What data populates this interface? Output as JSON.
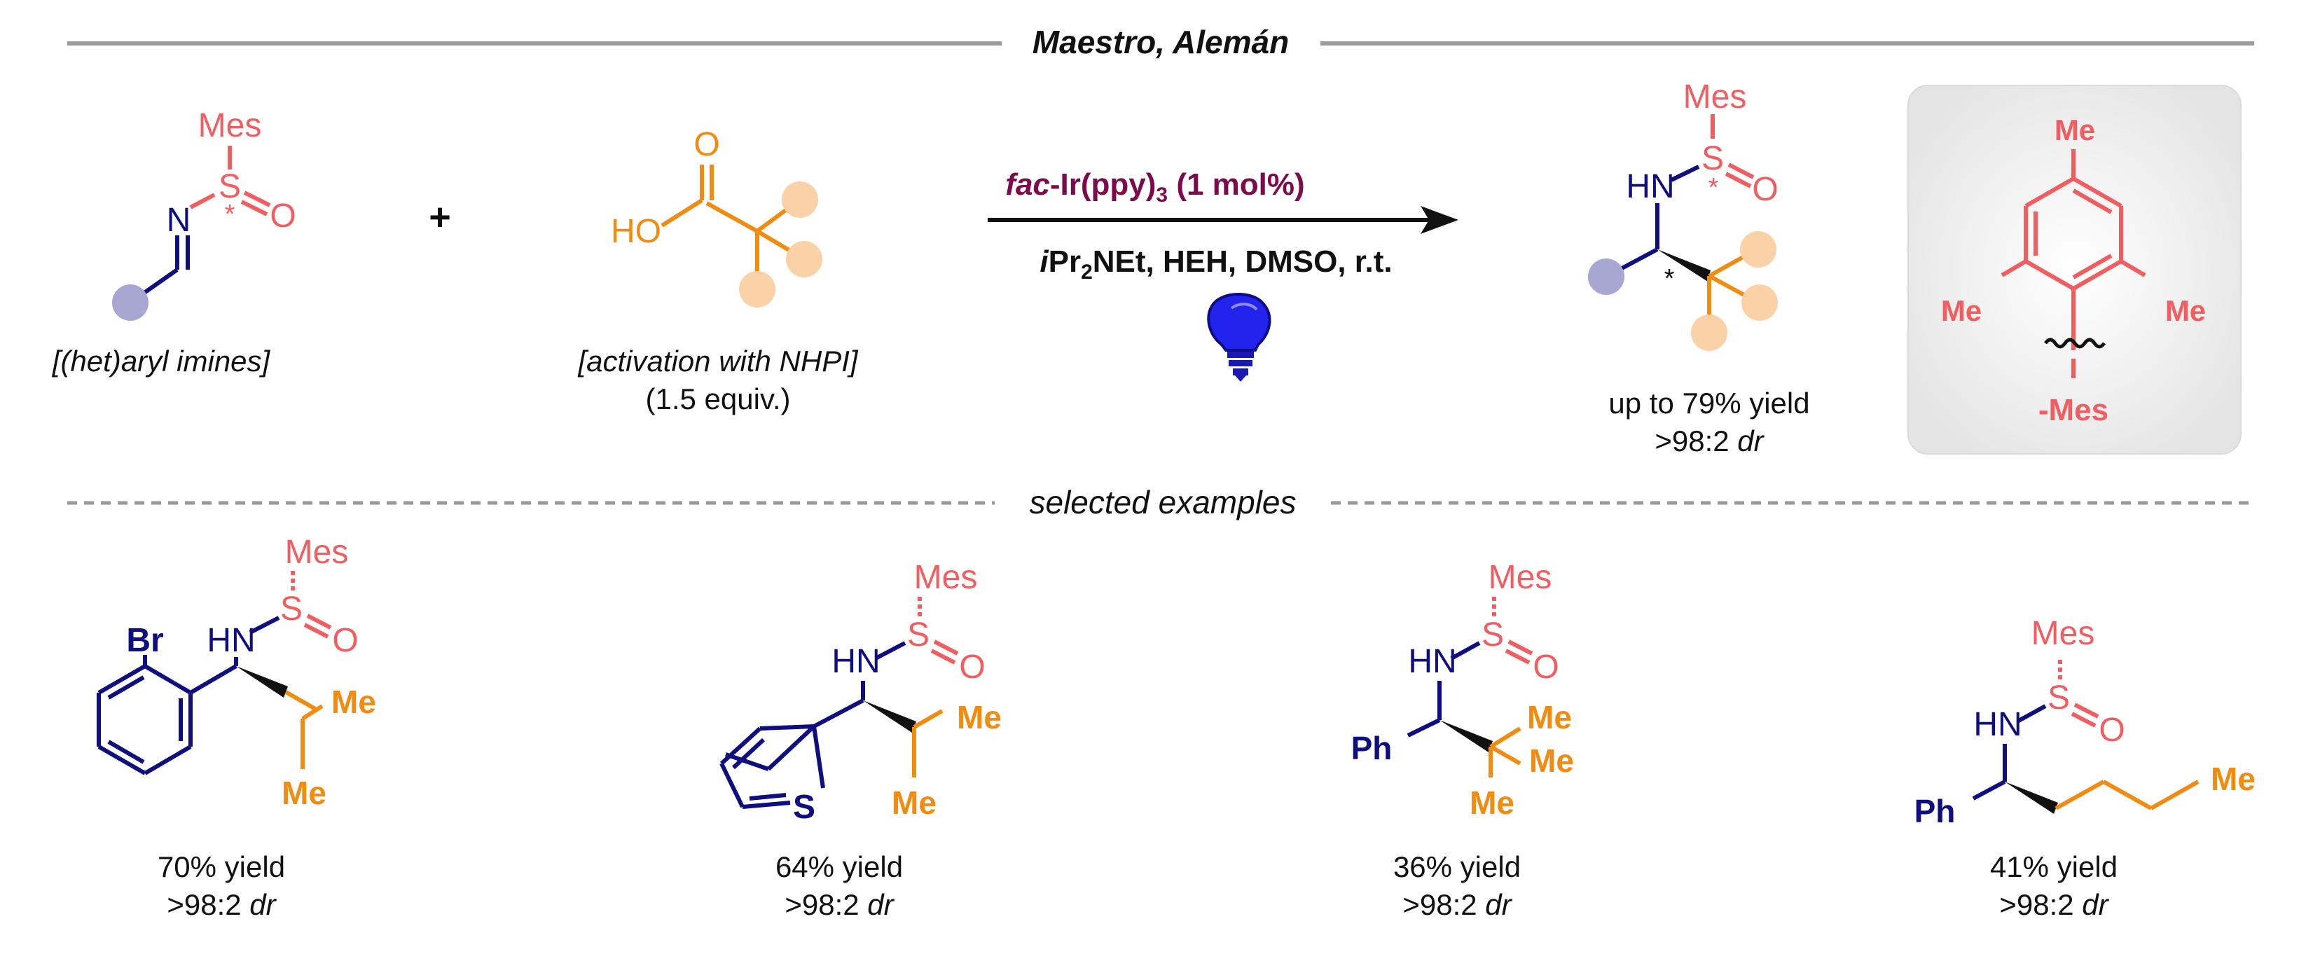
{
  "colors": {
    "navy": "#0e0e7e",
    "salmon": "#ef5f62",
    "orange": "#f08c12",
    "peach": "#fbd1a8",
    "lavender": "#a7a7d1",
    "plum": "#7b0b4b",
    "bulb": "#2020f0",
    "line": "#9a9a9a",
    "black": "#111111"
  },
  "header": {
    "title": "Maestro, Alemán"
  },
  "reaction": {
    "plus": "+",
    "imine": {
      "caption": "[(het)aryl imines]",
      "labels": {
        "mes": "Mes",
        "s": "S",
        "star": "*",
        "o": "O",
        "n": "N"
      }
    },
    "acid": {
      "caption": "[activation with NHPI]",
      "equiv": "(1.5 equiv.)",
      "labels": {
        "ho": "HO",
        "o": "O"
      }
    },
    "conditions": {
      "catalyst_prefix": "fac",
      "catalyst_main": "-Ir(ppy)",
      "catalyst_sub": "3",
      "catalyst_suffix": " (1 mol%)",
      "reagents_prefix": "i",
      "reagents_pr": "Pr",
      "reagents_sub": "2",
      "reagents_suffix": "NEt, HEH, DMSO, r.t.",
      "light_icon": "lightbulb-icon"
    },
    "product": {
      "yield": "up to 79% yield",
      "dr_value": ">98:2 ",
      "dr_label": "dr",
      "labels": {
        "mes": "Mes",
        "s": "S",
        "star": "*",
        "o": "O",
        "hn": "HN",
        "star_c": "*"
      }
    },
    "mes_box": {
      "labels": {
        "me_top": "Me",
        "me_left": "Me",
        "me_right": "Me",
        "name": "-Mes"
      }
    }
  },
  "section": {
    "title": "selected examples"
  },
  "examples": [
    {
      "yield": "70% yield",
      "dr_value": ">98:2 ",
      "dr_label": "dr",
      "labels": {
        "mes": "Mes",
        "s": "S",
        "o": "O",
        "hn": "HN",
        "br": "Br",
        "me1": "Me",
        "me2": "Me"
      }
    },
    {
      "yield": "64% yield",
      "dr_value": ">98:2 ",
      "dr_label": "dr",
      "labels": {
        "mes": "Mes",
        "s": "S",
        "o": "O",
        "hn": "HN",
        "ring_s": "S",
        "me1": "Me",
        "me2": "Me"
      }
    },
    {
      "yield": "36% yield",
      "dr_value": ">98:2 ",
      "dr_label": "dr",
      "labels": {
        "mes": "Mes",
        "s": "S",
        "o": "O",
        "hn": "HN",
        "ph": "Ph",
        "me1": "Me",
        "me2": "Me",
        "me3": "Me"
      }
    },
    {
      "yield": "41% yield",
      "dr_value": ">98:2 ",
      "dr_label": "dr",
      "labels": {
        "mes": "Mes",
        "s": "S",
        "o": "O",
        "hn": "HN",
        "ph": "Ph",
        "me1": "Me"
      }
    }
  ]
}
